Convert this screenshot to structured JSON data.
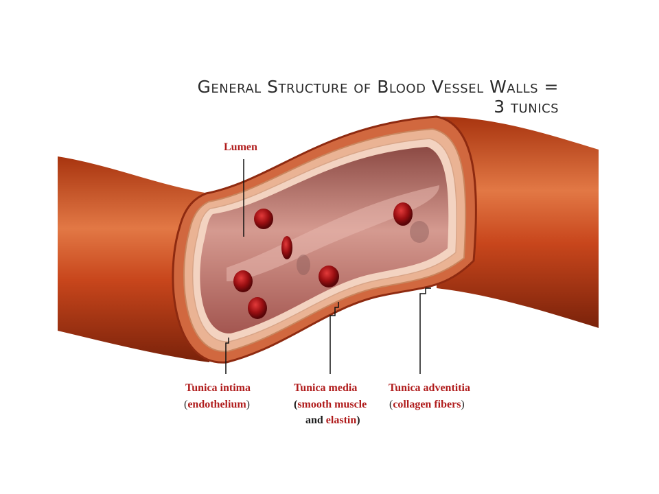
{
  "title": {
    "line1": "General Structure of Blood Vessel Walls =",
    "line2": "3 tunics"
  },
  "labels": {
    "lumen": "Lumen",
    "tunica_intima": "Tunica intima",
    "tunica_intima_sub": "endothelium",
    "tunica_media": "Tunica media",
    "tunica_media_sub1": "smooth muscle",
    "tunica_media_and": "and",
    "tunica_media_sub2": "elastin",
    "tunica_adventitia": "Tunica adventitia",
    "tunica_adventitia_sub": "collagen fibers"
  },
  "colors": {
    "vessel_outer": "#c8461c",
    "vessel_dark": "#8e2a10",
    "wall_layer": "#e8a583",
    "lumen": "#b86a62",
    "blood_cell": "#9b0f12",
    "label_red": "#b01c1c",
    "title_text": "#2b2b2b"
  }
}
